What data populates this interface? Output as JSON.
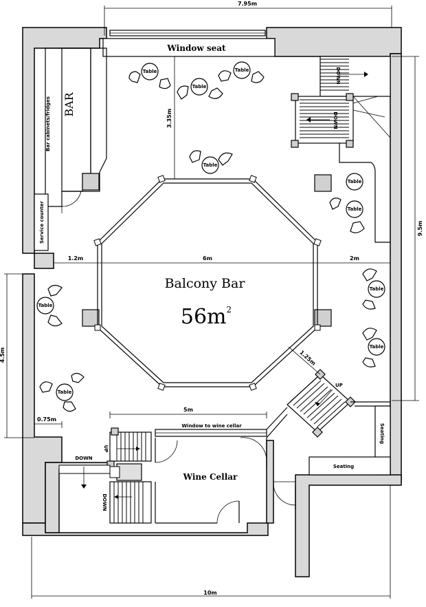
{
  "dimensions": {
    "top_width": "7.95m",
    "bottom_width": "10m",
    "right_height": "9.5m",
    "left_height": "4.5m",
    "gap_top_to_octagon": "3.35m",
    "left_to_octagon": "1.2m",
    "octagon_width": "6m",
    "octagon_to_right": "2m",
    "octagon_to_stair": "1.25m",
    "wine_window": "5m",
    "left_small": "0.75m"
  },
  "labels": {
    "window_seat": "Window seat",
    "bar": "BAR",
    "bar_cabinets": "Bar cabinets/fridges",
    "service_counter": "Service counter",
    "balcony_bar": "Balcony Bar",
    "area": "56m",
    "area_sup": "2",
    "wine_cellar": "Wine Cellar",
    "window_to_wine_cellar": "Window to wine cellar",
    "seating_bottom": "Seating",
    "seating_right": "Seating",
    "stairs_up_main": "UP",
    "stairs_up_small": "UP",
    "stairs_down_left": "DOWN",
    "stairs_down_left_2": "DOWN",
    "stairs_up_top_right": "DOWN",
    "stairs_down_top_right": "DOWN",
    "table_label": "Table"
  }
}
